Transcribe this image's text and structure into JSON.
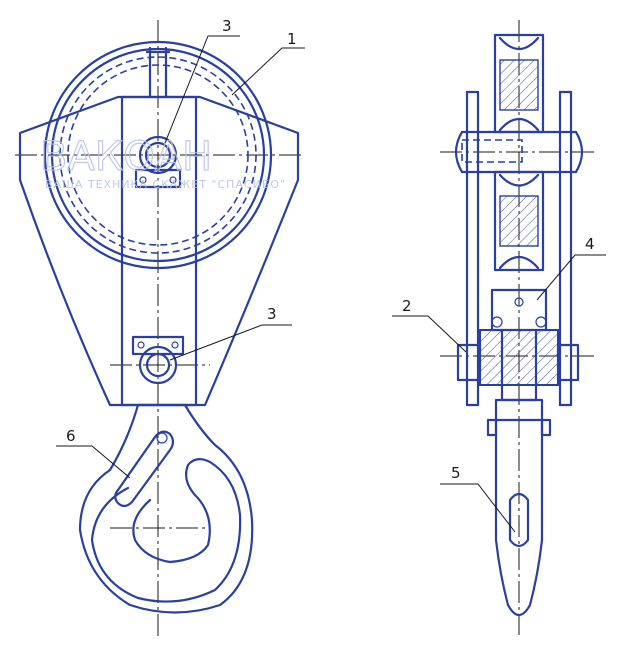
{
  "callouts": {
    "c1": "1",
    "c2": "2",
    "c3_top": "3",
    "c3_bottom": "3",
    "c4": "4",
    "c5": "5",
    "c6": "6"
  },
  "watermark": {
    "logo": "ВАКОАН",
    "slogan": "ВАША ТЕХНИКА СКАЖЕТ \"СПАСИБО\""
  },
  "colors": {
    "line": "#2a3fa0",
    "axis": "#1a1a1a",
    "watermark": "#b9c3e6"
  }
}
